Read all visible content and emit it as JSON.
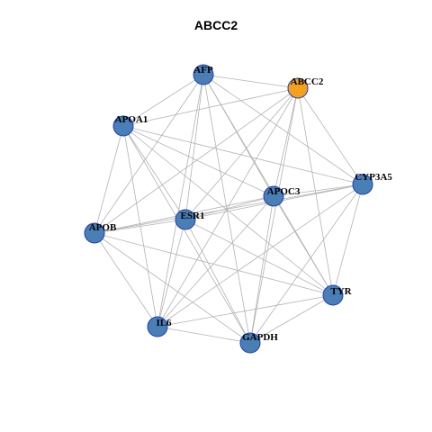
{
  "title": "ABCC2",
  "colors": {
    "node_default": "#4a7fb5",
    "node_highlight": "#f5a21a",
    "node_border": "#1f3fbf",
    "edge": "#b3b3b3"
  },
  "nodes": [
    {
      "id": "AFP",
      "label": "AFP",
      "highlight": false
    },
    {
      "id": "ABCC2",
      "label": "ABCC2",
      "highlight": true
    },
    {
      "id": "APOA1",
      "label": "APOA1",
      "highlight": false
    },
    {
      "id": "CYP3A5",
      "label": "CYP3A5",
      "highlight": false
    },
    {
      "id": "APOC3",
      "label": "APOC3",
      "highlight": false
    },
    {
      "id": "ESR1",
      "label": "ESR1",
      "highlight": false
    },
    {
      "id": "APOB",
      "label": "APOB",
      "highlight": false
    },
    {
      "id": "TYR",
      "label": "TYR",
      "highlight": false
    },
    {
      "id": "IL6",
      "label": "IL6",
      "highlight": false
    },
    {
      "id": "GAPDH",
      "label": "GAPDH",
      "highlight": false
    }
  ],
  "edges": [
    [
      "AFP",
      "ABCC2"
    ],
    [
      "AFP",
      "APOA1"
    ],
    [
      "AFP",
      "CYP3A5"
    ],
    [
      "AFP",
      "APOC3"
    ],
    [
      "AFP",
      "ESR1"
    ],
    [
      "AFP",
      "APOB"
    ],
    [
      "AFP",
      "TYR"
    ],
    [
      "AFP",
      "IL6"
    ],
    [
      "AFP",
      "GAPDH"
    ],
    [
      "ABCC2",
      "APOA1"
    ],
    [
      "ABCC2",
      "CYP3A5"
    ],
    [
      "ABCC2",
      "APOC3"
    ],
    [
      "ABCC2",
      "ESR1"
    ],
    [
      "ABCC2",
      "APOB"
    ],
    [
      "ABCC2",
      "TYR"
    ],
    [
      "ABCC2",
      "IL6"
    ],
    [
      "ABCC2",
      "GAPDH"
    ],
    [
      "APOA1",
      "CYP3A5"
    ],
    [
      "APOA1",
      "APOC3"
    ],
    [
      "APOA1",
      "ESR1"
    ],
    [
      "APOA1",
      "APOB"
    ],
    [
      "APOA1",
      "TYR"
    ],
    [
      "APOA1",
      "IL6"
    ],
    [
      "APOA1",
      "GAPDH"
    ],
    [
      "CYP3A5",
      "APOC3"
    ],
    [
      "CYP3A5",
      "ESR1"
    ],
    [
      "CYP3A5",
      "APOB"
    ],
    [
      "CYP3A5",
      "TYR"
    ],
    [
      "CYP3A5",
      "IL6"
    ],
    [
      "CYP3A5",
      "GAPDH"
    ],
    [
      "APOC3",
      "ESR1"
    ],
    [
      "APOC3",
      "APOB"
    ],
    [
      "APOC3",
      "TYR"
    ],
    [
      "APOC3",
      "IL6"
    ],
    [
      "APOC3",
      "GAPDH"
    ],
    [
      "ESR1",
      "APOB"
    ],
    [
      "ESR1",
      "TYR"
    ],
    [
      "ESR1",
      "IL6"
    ],
    [
      "ESR1",
      "GAPDH"
    ],
    [
      "APOB",
      "TYR"
    ],
    [
      "APOB",
      "IL6"
    ],
    [
      "APOB",
      "GAPDH"
    ],
    [
      "TYR",
      "IL6"
    ],
    [
      "TYR",
      "GAPDH"
    ],
    [
      "IL6",
      "GAPDH"
    ]
  ]
}
